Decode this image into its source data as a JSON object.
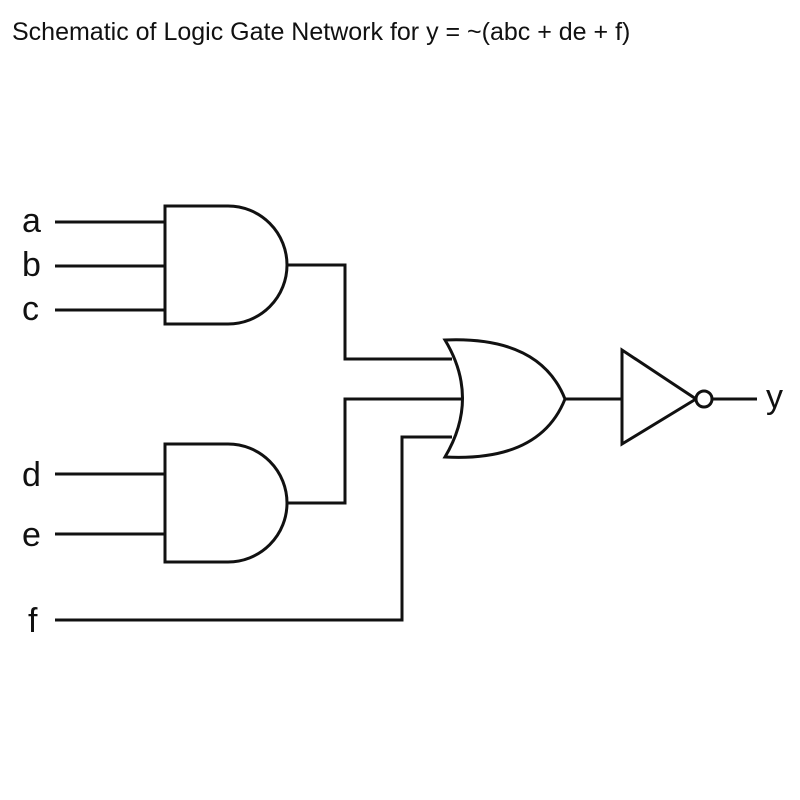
{
  "title": "Schematic of Logic Gate Network for y = ~(abc + de + f)",
  "inputs": {
    "a": "a",
    "b": "b",
    "c": "c",
    "d": "d",
    "e": "e",
    "f": "f"
  },
  "output": "y",
  "colors": {
    "stroke": "#111111",
    "background": "#ffffff"
  }
}
